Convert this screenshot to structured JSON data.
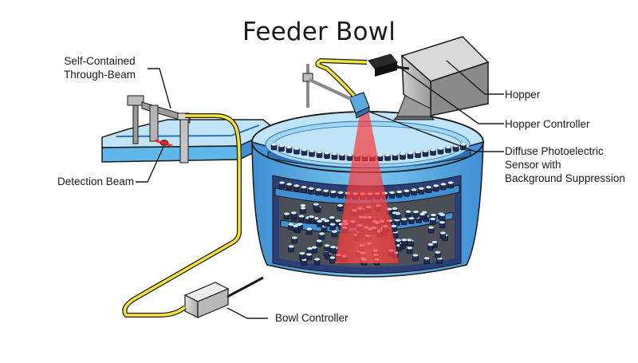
{
  "title": "Feeder Bowl",
  "labels": {
    "through_beam": [
      "Self-Contained",
      "Through-Beam"
    ],
    "detection_beam": "Detection Beam",
    "hopper": "Hopper",
    "hopper_controller": "Hopper Controller",
    "diffuse_sensor": [
      "Diffuse Photoelectric",
      "Sensor with",
      "Background Suppression"
    ],
    "bowl_controller": "Bowl Controller"
  },
  "colors": {
    "bowl_blue": "#5fb6e8",
    "bowl_light": "#b9e2f7",
    "bowl_dark": "#2f6fb5",
    "parts_bg": "#4b4f57",
    "beam_red": "#ff2a2a",
    "cable_yellow": "#f3e43a"
  }
}
